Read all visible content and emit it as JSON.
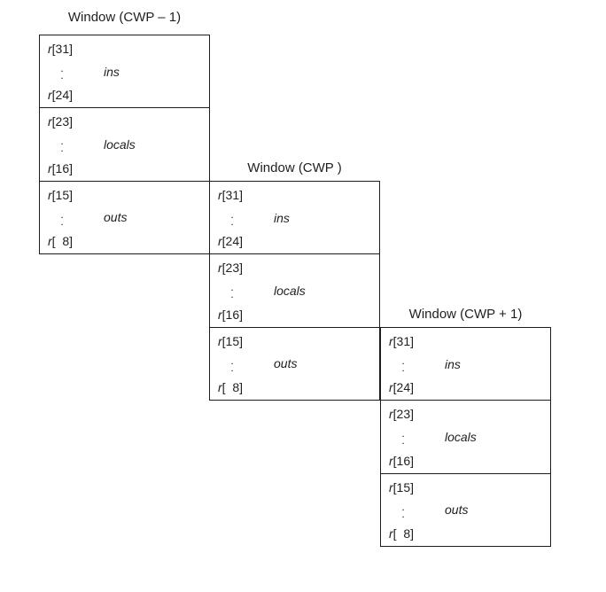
{
  "diagram": {
    "background": "#ffffff",
    "line_color": "#1c1c1c",
    "text_color": "#1f1f1f",
    "dots": ".\n.",
    "windows": [
      {
        "title": "Window (CWP – 1)",
        "sections": [
          {
            "top_prefix": "r",
            "top_index": "[31]",
            "label": "ins",
            "bottom_prefix": "r",
            "bottom_index": "[24]"
          },
          {
            "top_prefix": "r",
            "top_index": "[23]",
            "label": "locals",
            "bottom_prefix": "r",
            "bottom_index": "[16]"
          },
          {
            "top_prefix": "r",
            "top_index": "[15]",
            "label": "outs",
            "bottom_prefix": "r",
            "bottom_index": "[  8]"
          }
        ]
      },
      {
        "title": "Window (CWP )",
        "sections": [
          {
            "top_prefix": "r",
            "top_index": "[31]",
            "label": "ins",
            "bottom_prefix": "r",
            "bottom_index": "[24]"
          },
          {
            "top_prefix": "r",
            "top_index": "[23]",
            "label": "locals",
            "bottom_prefix": "r",
            "bottom_index": "[16]"
          },
          {
            "top_prefix": "r",
            "top_index": "[15]",
            "label": "outs",
            "bottom_prefix": "r",
            "bottom_index": "[  8]"
          }
        ]
      },
      {
        "title": "Window (CWP + 1)",
        "sections": [
          {
            "top_prefix": "r",
            "top_index": "[31]",
            "label": "ins",
            "bottom_prefix": "r",
            "bottom_index": "[24]"
          },
          {
            "top_prefix": "r",
            "top_index": "[23]",
            "label": "locals",
            "bottom_prefix": "r",
            "bottom_index": "[16]"
          },
          {
            "top_prefix": "r",
            "top_index": "[15]",
            "label": "outs",
            "bottom_prefix": "r",
            "bottom_index": "[  8]"
          }
        ]
      }
    ]
  }
}
